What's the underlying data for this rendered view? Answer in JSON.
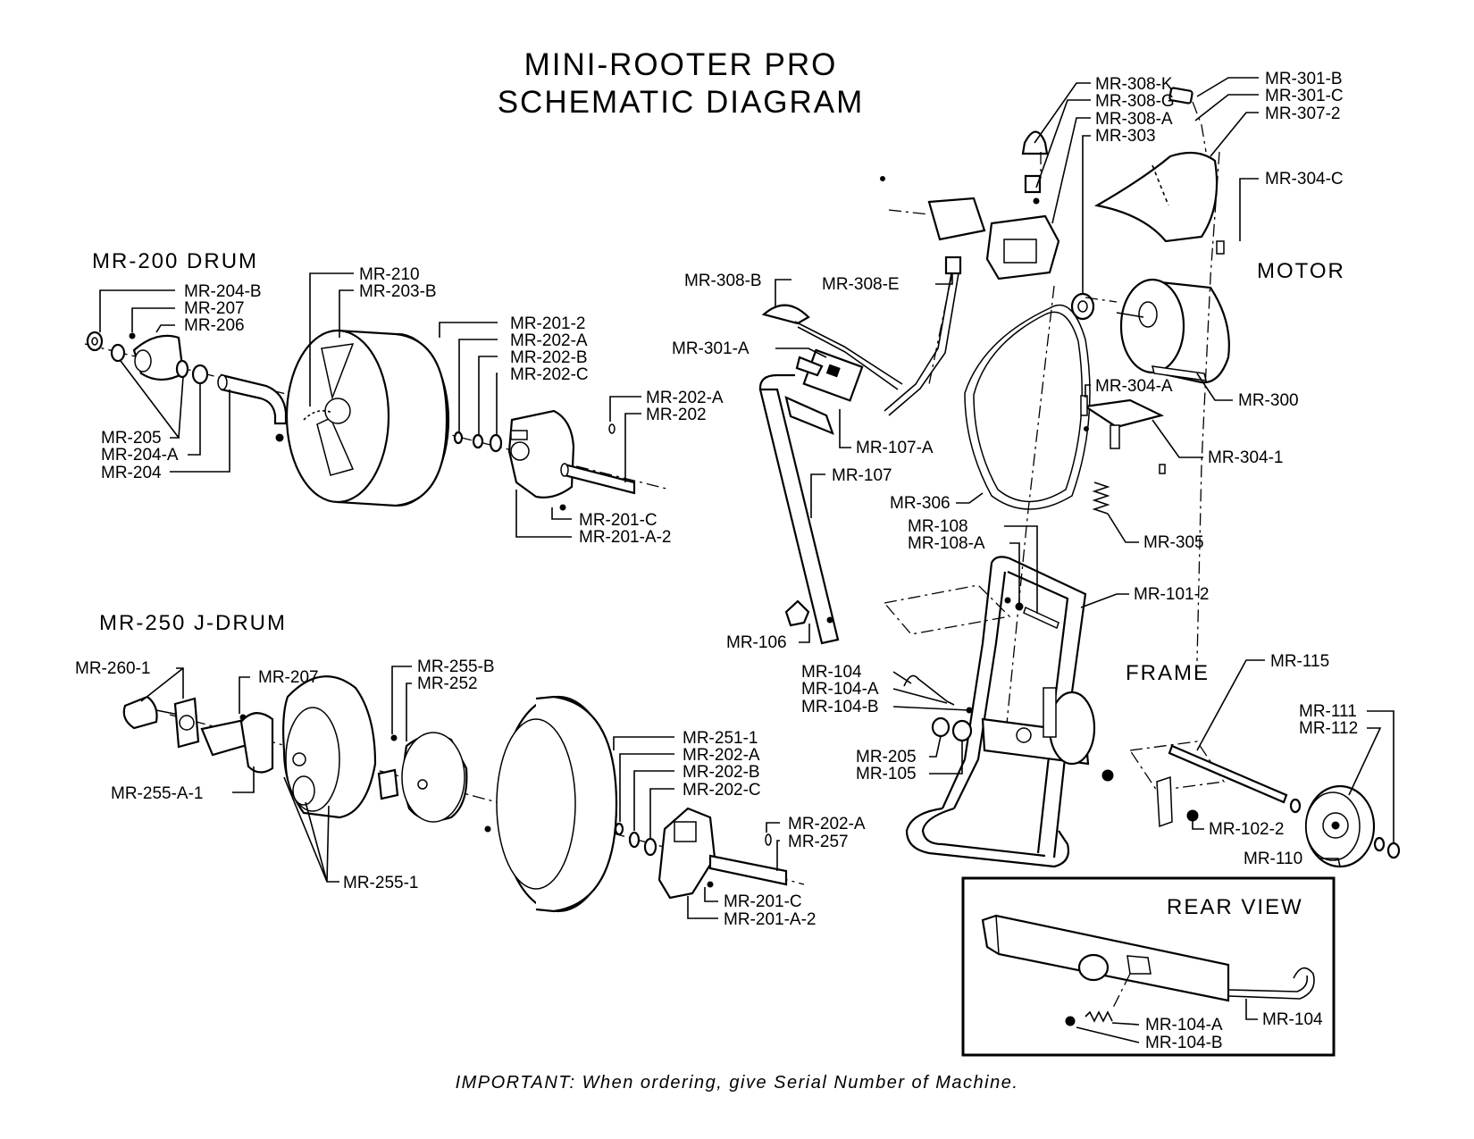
{
  "title": {
    "line1": "MINI-ROOTER PRO",
    "line2": "SCHEMATIC DIAGRAM"
  },
  "sections": {
    "drum": "MR-200 DRUM",
    "jdrum": "MR-250 J-DRUM",
    "motor": "MOTOR",
    "frame": "FRAME",
    "rear": "REAR VIEW"
  },
  "footer": "IMPORTANT: When ordering, give Serial Number of Machine.",
  "labels": {
    "d1": "MR-204-B",
    "d2": "MR-207",
    "d3": "MR-206",
    "d4": "MR-210",
    "d5": "MR-203-B",
    "d6": "MR-201-2",
    "d7": "MR-202-A",
    "d8": "MR-202-B",
    "d9": "MR-202-C",
    "d10": "MR-202-A",
    "d11": "MR-202",
    "d12": "MR-205",
    "d13": "MR-204-A",
    "d14": "MR-204",
    "d15": "MR-201-C",
    "d16": "MR-201-A-2",
    "j1": "MR-260-1",
    "j2": "MR-207",
    "j3": "MR-255-B",
    "j4": "MR-252",
    "j5": "MR-255-A-1",
    "j6": "MR-251-1",
    "j7": "MR-202-A",
    "j8": "MR-202-B",
    "j9": "MR-202-C",
    "j10": "MR-202-A",
    "j11": "MR-257",
    "j12": "MR-255-1",
    "j13": "MR-201-C",
    "j14": "MR-201-A-2",
    "m1": "MR-308-K",
    "m2": "MR-308-G",
    "m3": "MR-308-A",
    "m4": "MR-303",
    "m5": "MR-301-B",
    "m6": "MR-301-C",
    "m7": "MR-307-2",
    "m8": "MR-304-C",
    "m9": "MR-308-B",
    "m10": "MR-308-E",
    "m11": "MR-301-A",
    "m12": "MR-304-A",
    "m13": "MR-300",
    "m14": "MR-107-A",
    "m15": "MR-304-1",
    "m16": "MR-107",
    "m17": "MR-306",
    "m18": "MR-305",
    "f1": "MR-108",
    "f2": "MR-108-A",
    "f3": "MR-101-2",
    "f4": "MR-106",
    "f5": "MR-104",
    "f6": "MR-104-A",
    "f7": "MR-104-B",
    "f8": "MR-115",
    "f9": "MR-111",
    "f10": "MR-112",
    "f11": "MR-205",
    "f12": "MR-105",
    "f13": "MR-102-2",
    "f14": "MR-110",
    "r1": "MR-104-A",
    "r2": "MR-104-B",
    "r3": "MR-104"
  }
}
